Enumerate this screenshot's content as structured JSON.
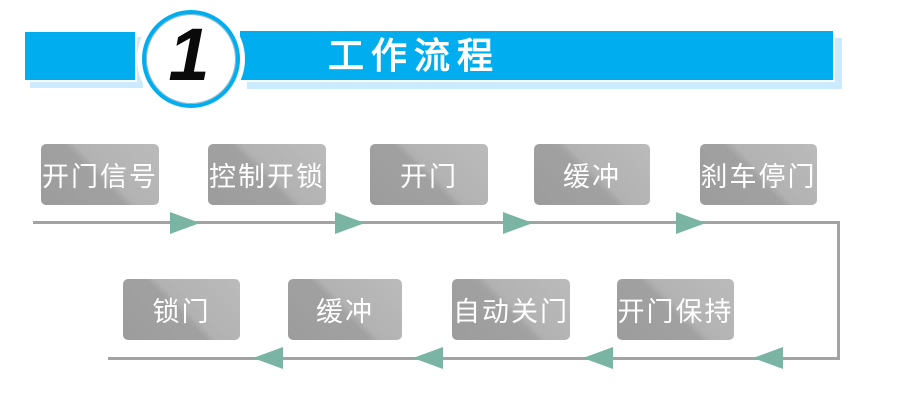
{
  "header": {
    "badge": "1",
    "title": "工作流程",
    "accent_color": "#00aeef",
    "shadow_color": "#cbeafb",
    "title_color": "#ffffff",
    "badge_color": "#0a0a0a"
  },
  "flow": {
    "line_color": "#a3a3a3",
    "arrow_color": "#7ab5a3",
    "node_text_color": "#ffffff",
    "node_gradient_light": "#bbbbbb",
    "node_gradient_dark": "#9c9c9c",
    "direction_top_row": "left-to-right",
    "direction_bottom_row": "right-to-left",
    "top_row": [
      {
        "label": "开门信号"
      },
      {
        "label": "控制开锁"
      },
      {
        "label": "开门"
      },
      {
        "label": "缓冲"
      },
      {
        "label": "刹车停门"
      }
    ],
    "bottom_row": [
      {
        "label": "锁门"
      },
      {
        "label": "缓冲"
      },
      {
        "label": "自动关门"
      },
      {
        "label": "开门保持"
      }
    ]
  }
}
